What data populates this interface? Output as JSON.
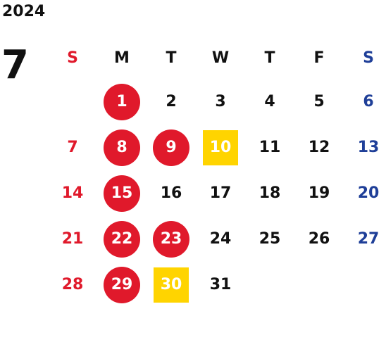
{
  "year": "2024",
  "month": "7",
  "weekdays": [
    "S",
    "M",
    "T",
    "W",
    "T",
    "F",
    "S"
  ],
  "weeks": [
    [
      {
        "label": "",
        "style": "empty"
      },
      {
        "label": "1",
        "style": "holiday"
      },
      {
        "label": "2",
        "style": "plain"
      },
      {
        "label": "3",
        "style": "plain"
      },
      {
        "label": "4",
        "style": "plain"
      },
      {
        "label": "5",
        "style": "plain"
      },
      {
        "label": "6",
        "style": "saturday"
      }
    ],
    [
      {
        "label": "7",
        "style": "sunday"
      },
      {
        "label": "8",
        "style": "holiday"
      },
      {
        "label": "9",
        "style": "holiday"
      },
      {
        "label": "10",
        "style": "highlight"
      },
      {
        "label": "11",
        "style": "plain"
      },
      {
        "label": "12",
        "style": "plain"
      },
      {
        "label": "13",
        "style": "saturday"
      }
    ],
    [
      {
        "label": "14",
        "style": "sunday"
      },
      {
        "label": "15",
        "style": "holiday"
      },
      {
        "label": "16",
        "style": "plain"
      },
      {
        "label": "17",
        "style": "plain"
      },
      {
        "label": "18",
        "style": "plain"
      },
      {
        "label": "19",
        "style": "plain"
      },
      {
        "label": "20",
        "style": "saturday"
      }
    ],
    [
      {
        "label": "21",
        "style": "sunday"
      },
      {
        "label": "22",
        "style": "holiday"
      },
      {
        "label": "23",
        "style": "holiday"
      },
      {
        "label": "24",
        "style": "plain"
      },
      {
        "label": "25",
        "style": "plain"
      },
      {
        "label": "26",
        "style": "plain"
      },
      {
        "label": "27",
        "style": "saturday"
      }
    ],
    [
      {
        "label": "28",
        "style": "sunday"
      },
      {
        "label": "29",
        "style": "holiday"
      },
      {
        "label": "30",
        "style": "highlight"
      },
      {
        "label": "31",
        "style": "plain"
      },
      {
        "label": "",
        "style": "empty"
      },
      {
        "label": "",
        "style": "empty"
      },
      {
        "label": "",
        "style": "empty"
      }
    ]
  ],
  "colors": {
    "sunday": "#e0192b",
    "saturday": "#1f3f98",
    "holiday_fill": "#e0192b",
    "highlight_fill": "#ffd400",
    "text": "#111111"
  }
}
